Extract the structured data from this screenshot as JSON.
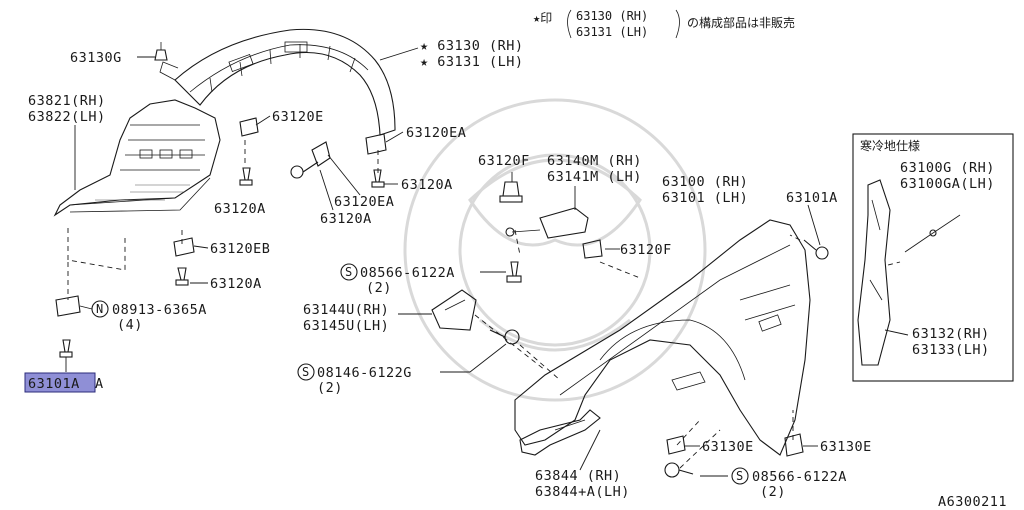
{
  "diagram_id": "A6300211",
  "note": {
    "prefix": "★印",
    "parts": [
      "63130 (RH)",
      "63131 (LH)"
    ],
    "suffix": "の構成部品は非販売"
  },
  "inset_title": "寒冷地仕様",
  "labels": {
    "p63130G": "63130G",
    "p63130RH": "★ 63130 (RH)",
    "p63131LH": "★ 63131 (LH)",
    "p63821": "63821(RH)",
    "p63822": "63822(LH)",
    "p63120E": "63120E",
    "p63120EA_top": "63120EA",
    "p63120A_1": "63120A",
    "p63120EA_mid": "63120EA",
    "p63120A_2": "63120A",
    "p63120A_3": "63120A",
    "p63120EB": "63120EB",
    "p63120A_4": "63120A",
    "n08913": "08913-6365A",
    "n08913_qty": "(4)",
    "p63101A_sel": "63101A",
    "p63101A_sel_tail": "A",
    "p63120F_top": "63120F",
    "p63140M": "63140M (RH)",
    "p63141M": "63141M (LH)",
    "p63100": "63100 (RH)",
    "p63101": "63101 (LH)",
    "p63101A_r": "63101A",
    "p63120F_mid": "63120F",
    "s08566_a": "08566-6122A",
    "s08566_a_qty": "(2)",
    "p63144U": "63144U(RH)",
    "p63145U": "63145U(LH)",
    "s08146": "08146-6122G",
    "s08146_qty": "(2)",
    "p63130E": "63130E",
    "p63130E_2": "63130E",
    "p63844": "63844   (RH)",
    "p63844A": "63844+A(LH)",
    "s08566_b": "08566-6122A",
    "s08566_b_qty": "(2)",
    "p63100G": "63100G  (RH)",
    "p63100GA": "63100GA(LH)",
    "p63132": "63132(RH)",
    "p63133": "63133(LH)"
  },
  "circle_marks": {
    "N": "N",
    "S": "S"
  },
  "colors": {
    "highlight": "#8f8fd6",
    "line": "#1a1a1a",
    "watermark": "#d9d9d9"
  }
}
